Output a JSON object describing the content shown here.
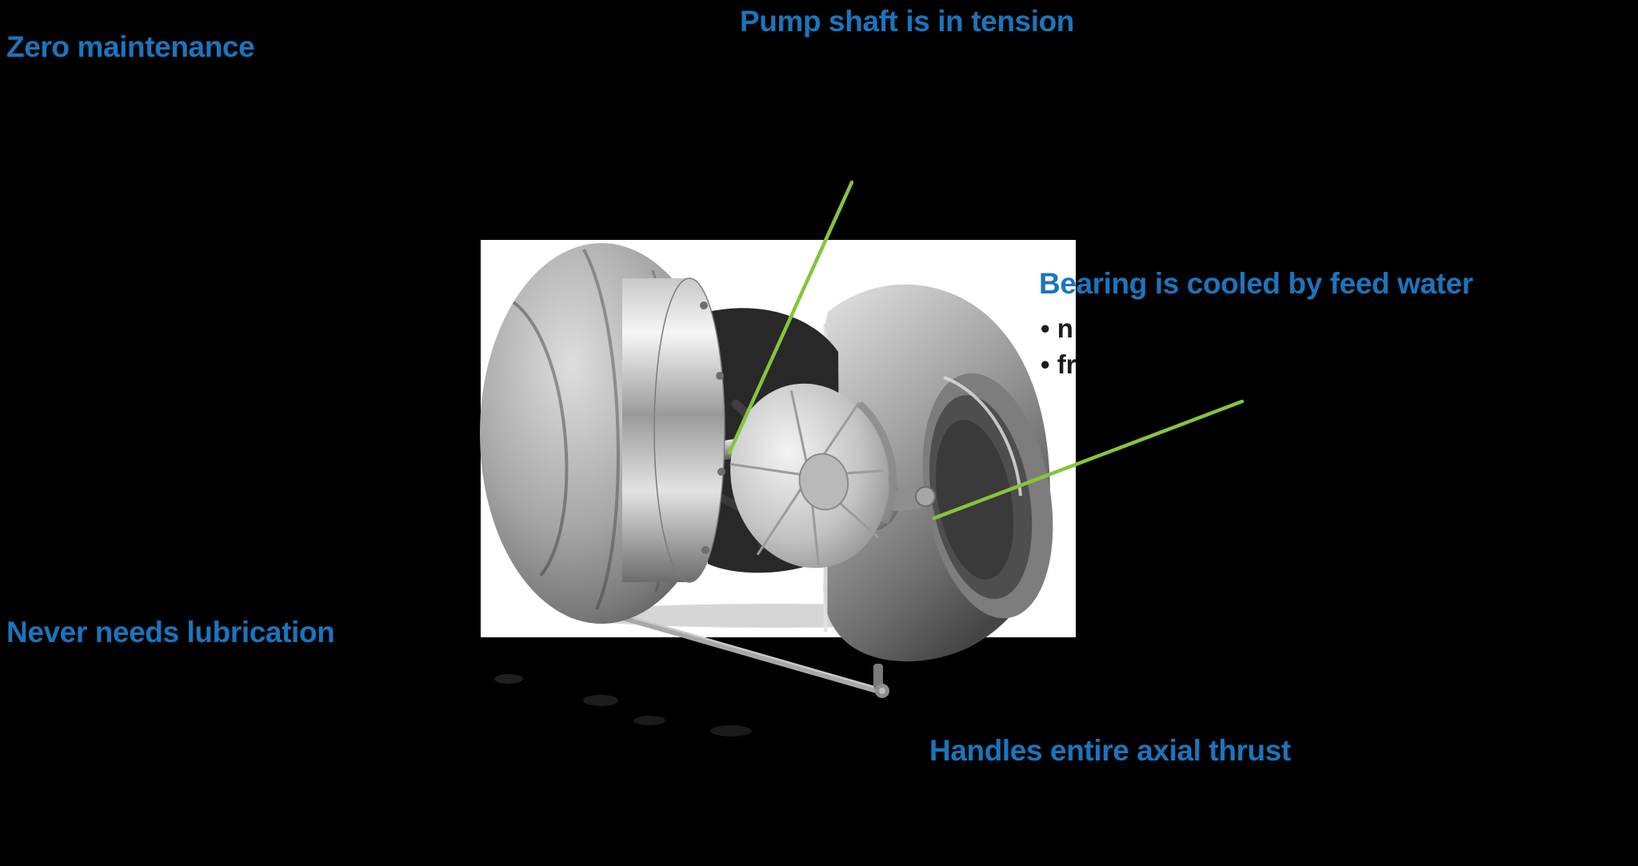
{
  "colors": {
    "page_bg": "#000000",
    "image_bg": "#ffffff",
    "label_blue": "#1b75bc",
    "callout_green": "#86c43d",
    "bullet_color": "#1c1c1c"
  },
  "labels": {
    "zero_maintenance": "Zero maintenance",
    "pump_shaft_tension": "Pump shaft is in tension",
    "bearing_cooled": "Bearing is cooled by feed water",
    "bearing_bullet_1": "• n",
    "bearing_bullet_2": "• fr",
    "never_needs_lubrication": "Never needs lubrication",
    "handles_axial_thrust": "Handles entire axial thrust"
  },
  "illustration": {
    "description": "Cutaway 3D render of an axial-flow pump showing shaft, diffuser and water-cooled bearing inside the casing"
  }
}
